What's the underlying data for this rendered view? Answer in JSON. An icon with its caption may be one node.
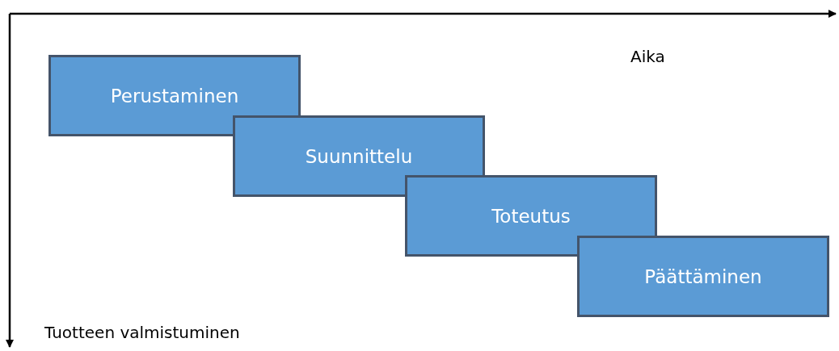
{
  "diagram": {
    "nodes": [
      {
        "text": [
          "Perustaminen"
        ]
      },
      {
        "text": [
          "Suunnittelu"
        ]
      },
      {
        "text": [
          "Toteutus"
        ]
      },
      {
        "text": [
          "Päättäminen"
        ]
      }
    ],
    "labels": [
      "Aika",
      "Tuotteen valmistuminen"
    ]
  }
}
